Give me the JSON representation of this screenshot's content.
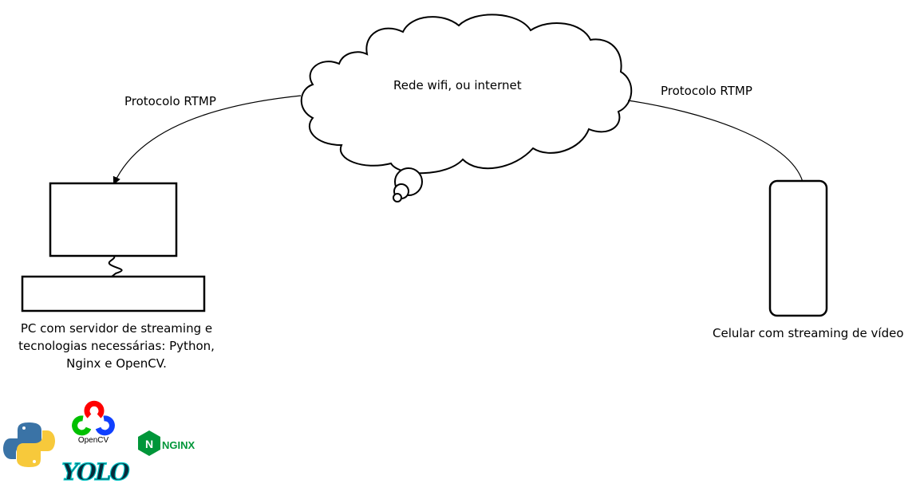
{
  "cloud": {
    "label": "Rede wifi, ou internet"
  },
  "links": {
    "left_protocol": "Protocolo RTMP",
    "right_protocol": "Protocolo RTMP"
  },
  "pc": {
    "caption_lines": [
      "PC com servidor de streaming e",
      "tecnologias necessárias: Python,",
      "Nginx e OpenCV."
    ]
  },
  "phone": {
    "caption": "Celular com streaming de vídeo"
  },
  "logos": {
    "opencv_text": "OpenCV",
    "yolo_text": "YOLO",
    "nginx_text": "NGINX"
  },
  "colors": {
    "python_blue": "#3a73a6",
    "python_yellow": "#f7c93b",
    "opencv_red": "#ff0000",
    "opencv_green": "#00c000",
    "opencv_blue": "#1040ff",
    "nginx_green": "#009639",
    "yolo_teal": "#00c4c4"
  }
}
